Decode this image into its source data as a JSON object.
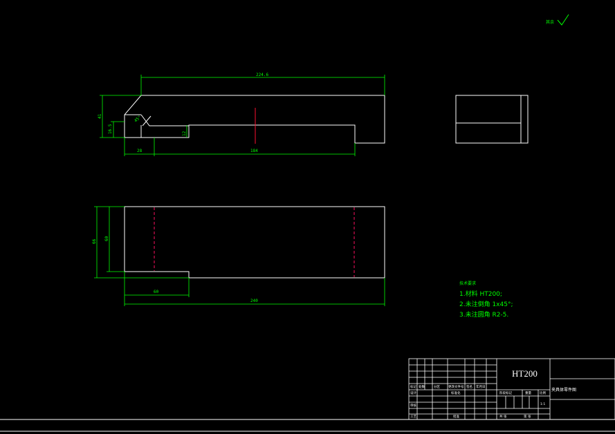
{
  "roughness": {
    "label": "其余",
    "symbol": "✓"
  },
  "dimensions": {
    "top_overall_length": "224.6",
    "top_height": "41",
    "top_small_height": "16.5",
    "top_step_height": "12",
    "top_chamfer": "45°",
    "top_left_len": "28",
    "top_right_len": "184",
    "bottom_height_outer": "66",
    "bottom_height_inner": "60",
    "bottom_step_len": "60",
    "bottom_overall_length": "240"
  },
  "technical_requirements": {
    "heading": "技术要求",
    "items": [
      "1.材料 HT200;",
      "2.未注倒角 1x45°;",
      "3.未注圆角 R2-5."
    ]
  },
  "title_block": {
    "material": "HT200",
    "drawing_title": "夹具体零件图",
    "row_labels": [
      "标记",
      "处数",
      "分区",
      "更改文件号",
      "签名",
      "年月日"
    ],
    "designer_label": "设计",
    "std_label": "标准化",
    "check_label": "审核",
    "process_label": "工艺",
    "approve_label": "批准",
    "stage_label": "阶段标记",
    "weight_label": "重量",
    "scale_label": "比例",
    "scale_value": "1:1",
    "sheet_label": "共 张",
    "sheet_of": "第 张"
  }
}
